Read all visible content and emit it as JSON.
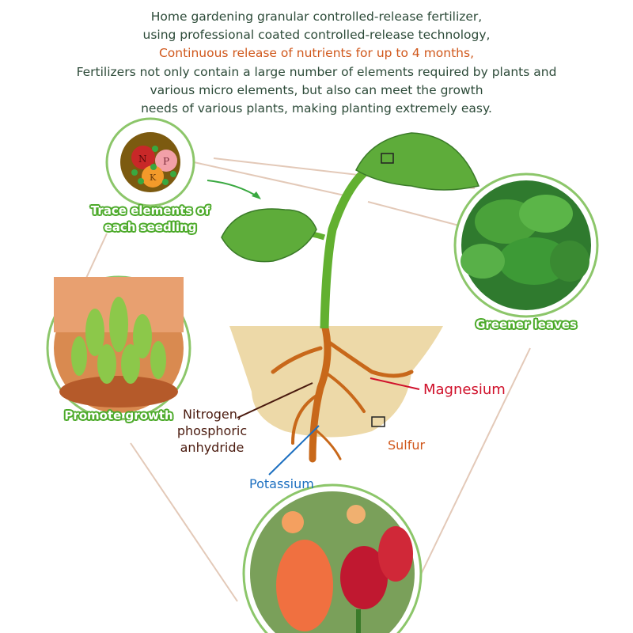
{
  "intro": {
    "line1": "Home gardening granular controlled-release fertilizer,",
    "line2": "using professional coated controlled-release technology,",
    "highlight": "Continuous release of nutrients for up to 4 months,",
    "line4": "Fertilizers not only contain a large number of elements required by plants and",
    "line5": "various micro elements, but also can meet the growth",
    "line6": "needs of various plants, making planting extremely easy."
  },
  "badges": {
    "npk": {
      "n": "N",
      "p": "P",
      "k": "K"
    },
    "trace_line1": "Trace elements of",
    "trace_line2": "each seedling",
    "greener": "Greener leaves",
    "promote": "Promote growth"
  },
  "elements": {
    "magnesium": "Magnesium",
    "sulfur": "Sulfur",
    "potassium": "Potassium",
    "nitrogen_line1": "Nitrogen,",
    "nitrogen_line2": "phosphoric",
    "nitrogen_line3": "anhydride"
  },
  "colors": {
    "text": "#2c4a38",
    "highlight": "#d0581c",
    "magnesium": "#d0102a",
    "sulfur": "#d0581c",
    "potassium": "#1c6fc0",
    "nitrogen": "#4a1a0e",
    "ring": "#8cc66a"
  }
}
